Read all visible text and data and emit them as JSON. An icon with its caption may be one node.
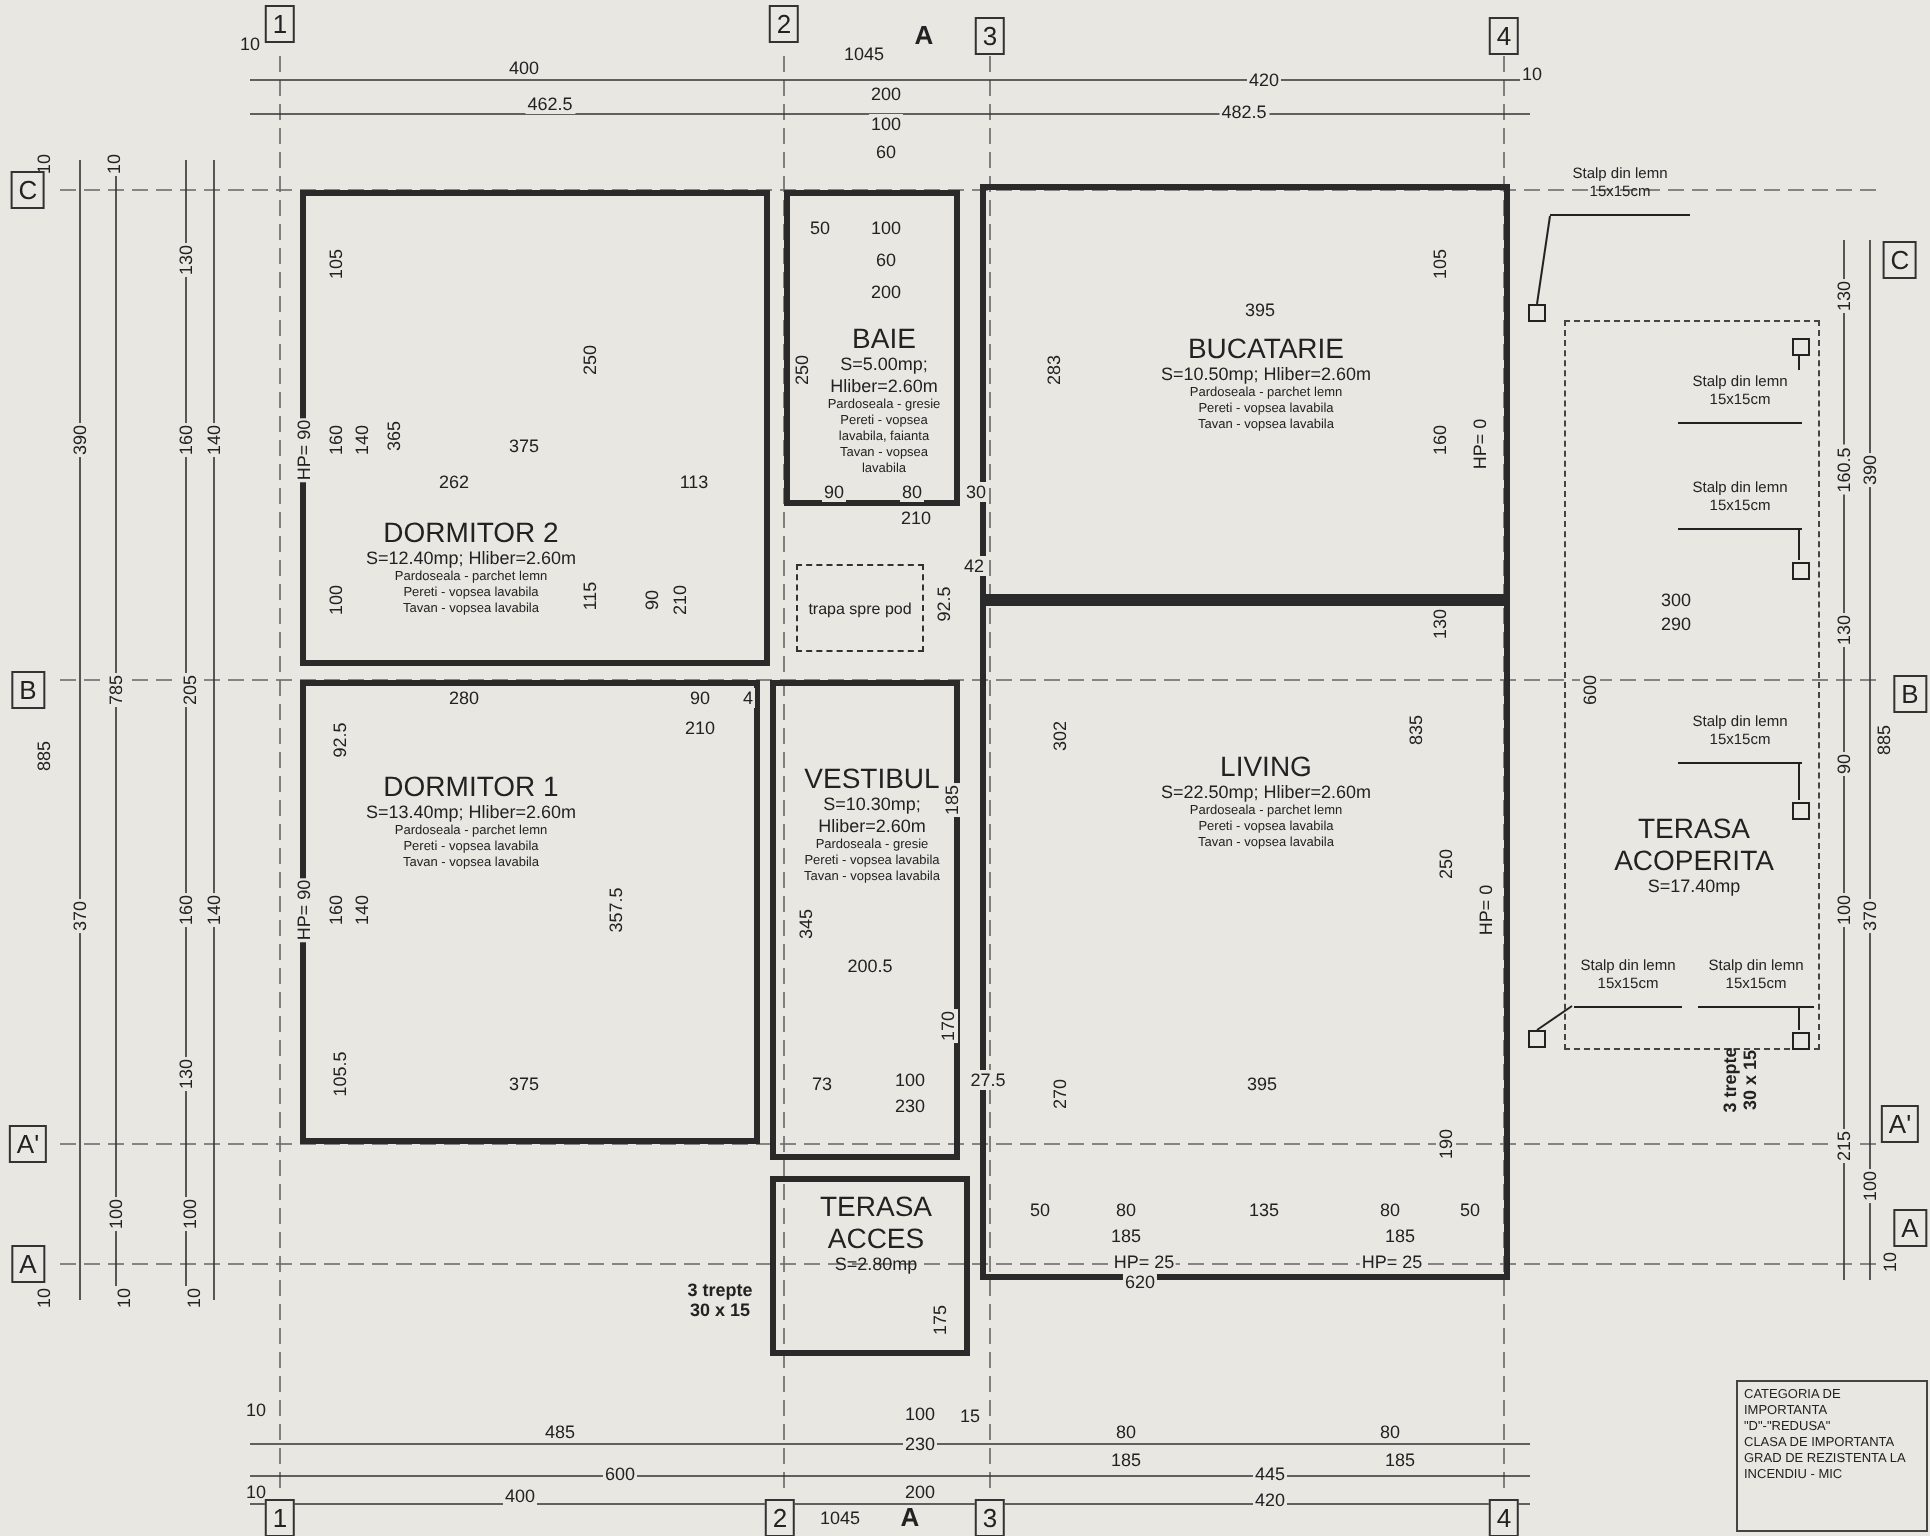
{
  "diagram": {
    "nodes": [
      {
        "text": [
          "DORMITOR 2",
          "S=12.40mp; Hliber=2.60m",
          "Pardoseala - parchet lemn",
          "Pereti - vopsea lavabila",
          "Tavan - vopsea lavabila"
        ]
      },
      {
        "text": [
          "BAIE",
          "S=5.00mp; Hliber=2.60m",
          "Pardoseala - gresie",
          "Pereti - vopsea lavabila, faianta",
          "Tavan - vopsea lavabila"
        ]
      },
      {
        "text": [
          "BUCATARIE",
          "S=10.50mp; Hliber=2.60m",
          "Pardoseala - parchet lemn",
          "Pereti - vopsea lavabila",
          "Tavan - vopsea lavabila"
        ]
      },
      {
        "text": [
          "Stalp din lemn 15x15cm"
        ]
      },
      {
        "text": [],
        "shape": "box"
      },
      {
        "text": [
          "TERASA ACOPERITA",
          "S=17.40mp"
        ]
      },
      {
        "text": [
          "Stalp din lemn 15x15cm"
        ],
        "in": 5
      },
      {
        "text": [],
        "shape": "box",
        "in": 5
      },
      {
        "text": [
          "Stalp din lemn 15x15cm"
        ],
        "in": 5
      },
      {
        "text": [],
        "shape": "box",
        "in": 5
      },
      {
        "text": [
          "trapa spre pod"
        ]
      },
      {
        "text": [
          "DORMITOR 1",
          "S=13.40mp; Hliber=2.60m",
          "Pardoseala - parchet lemn",
          "Pereti - vopsea lavabila",
          "Tavan - vopsea lavabila"
        ]
      },
      {
        "text": [
          "VESTIBUL",
          "S=10.30mp; Hliber=2.60m",
          "Pardoseala - gresie",
          "Pereti - vopsea lavabila",
          "Tavan - vopsea lavabila"
        ]
      },
      {
        "text": [
          "LIVING",
          "S=22.50mp; Hliber=2.60m",
          "Pardoseala - parchet lemn",
          "Pereti - vopsea lavabila",
          "Tavan - vopsea lavabila"
        ]
      },
      {
        "text": [
          "Stalp din lemn 15x15cm"
        ],
        "in": 5
      },
      {
        "text": [],
        "shape": "box",
        "in": 5
      },
      {
        "text": [
          "Stalp din lemn 15x15cm"
        ],
        "in": 5
      },
      {
        "text": [],
        "shape": "box"
      },
      {
        "text": [
          "Stalp din lemn 15x15cm"
        ],
        "in": 5
      },
      {
        "text": [],
        "shape": "box",
        "in": 5
      },
      {
        "text": [
          "TERASA ACCES",
          "S=2.80mp"
        ]
      },
      {
        "text": [
          "CATEGORIA DE IMPORTANTA",
          "\"D\"-\"REDUSA\"",
          "CLASA DE IMPORTANTA",
          "GRAD DE REZISTENTA LA",
          "INCENDIU - MIC"
        ]
      }
    ],
    "edges": [
      {
        "from": 3,
        "to": 4,
        "arrow": "none"
      },
      {
        "from": 6,
        "to": 7,
        "arrow": "none"
      },
      {
        "from": 8,
        "to": 9,
        "arrow": "none"
      },
      {
        "from": 14,
        "to": 15,
        "arrow": "none"
      },
      {
        "from": 16,
        "to": 17,
        "arrow": "none"
      },
      {
        "from": 18,
        "to": 19,
        "arrow": "none"
      }
    ],
    "labels": [
      "10",
      "1",
      "2",
      "A",
      "3",
      "4",
      "400",
      "1045",
      "420",
      "10",
      "462.5",
      "200",
      "482.5",
      "100",
      "60",
      "10",
      "10",
      "C",
      "50",
      "100",
      "130",
      "105",
      "60",
      "105",
      "C",
      "200",
      "130",
      "395",
      "250",
      "250",
      "283",
      "390",
      "160",
      "140",
      "HP= 90",
      "160",
      "140",
      "365",
      "375",
      "160",
      "HP= 0",
      "160.5",
      "390",
      "262",
      "113",
      "90",
      "80",
      "30",
      "210",
      "42",
      "100",
      "115",
      "90",
      "210",
      "92.5",
      "300",
      "130",
      "290",
      "130",
      "B",
      "785",
      "205",
      "280",
      "90",
      "4",
      "600",
      "B",
      "885",
      "92.5",
      "210",
      "302",
      "835",
      "885",
      "90",
      "185",
      "250",
      "370",
      "160",
      "140",
      "HP= 90",
      "160",
      "140",
      "357.5",
      "345",
      "HP= 0",
      "100",
      "370",
      "200.5",
      "170",
      "130",
      "105.5",
      "375",
      "73",
      "100",
      "27.5",
      "270",
      "395",
      "3 trepte 30 x 15",
      "230",
      "A'",
      "A'",
      "190",
      "215",
      "100",
      "100",
      "100",
      "50",
      "80",
      "135",
      "80",
      "50",
      "A",
      "185",
      "185",
      "A",
      "HP= 25",
      "HP= 25",
      "10",
      "620",
      "10",
      "10",
      "10",
      "3 trepte 30 x 15",
      "175",
      "10",
      "100",
      "15",
      "485",
      "80",
      "80",
      "230",
      "185",
      "185",
      "600",
      "445",
      "10",
      "400",
      "200",
      "420",
      "1",
      "2",
      "1045",
      "A",
      "3",
      "4"
    ]
  }
}
